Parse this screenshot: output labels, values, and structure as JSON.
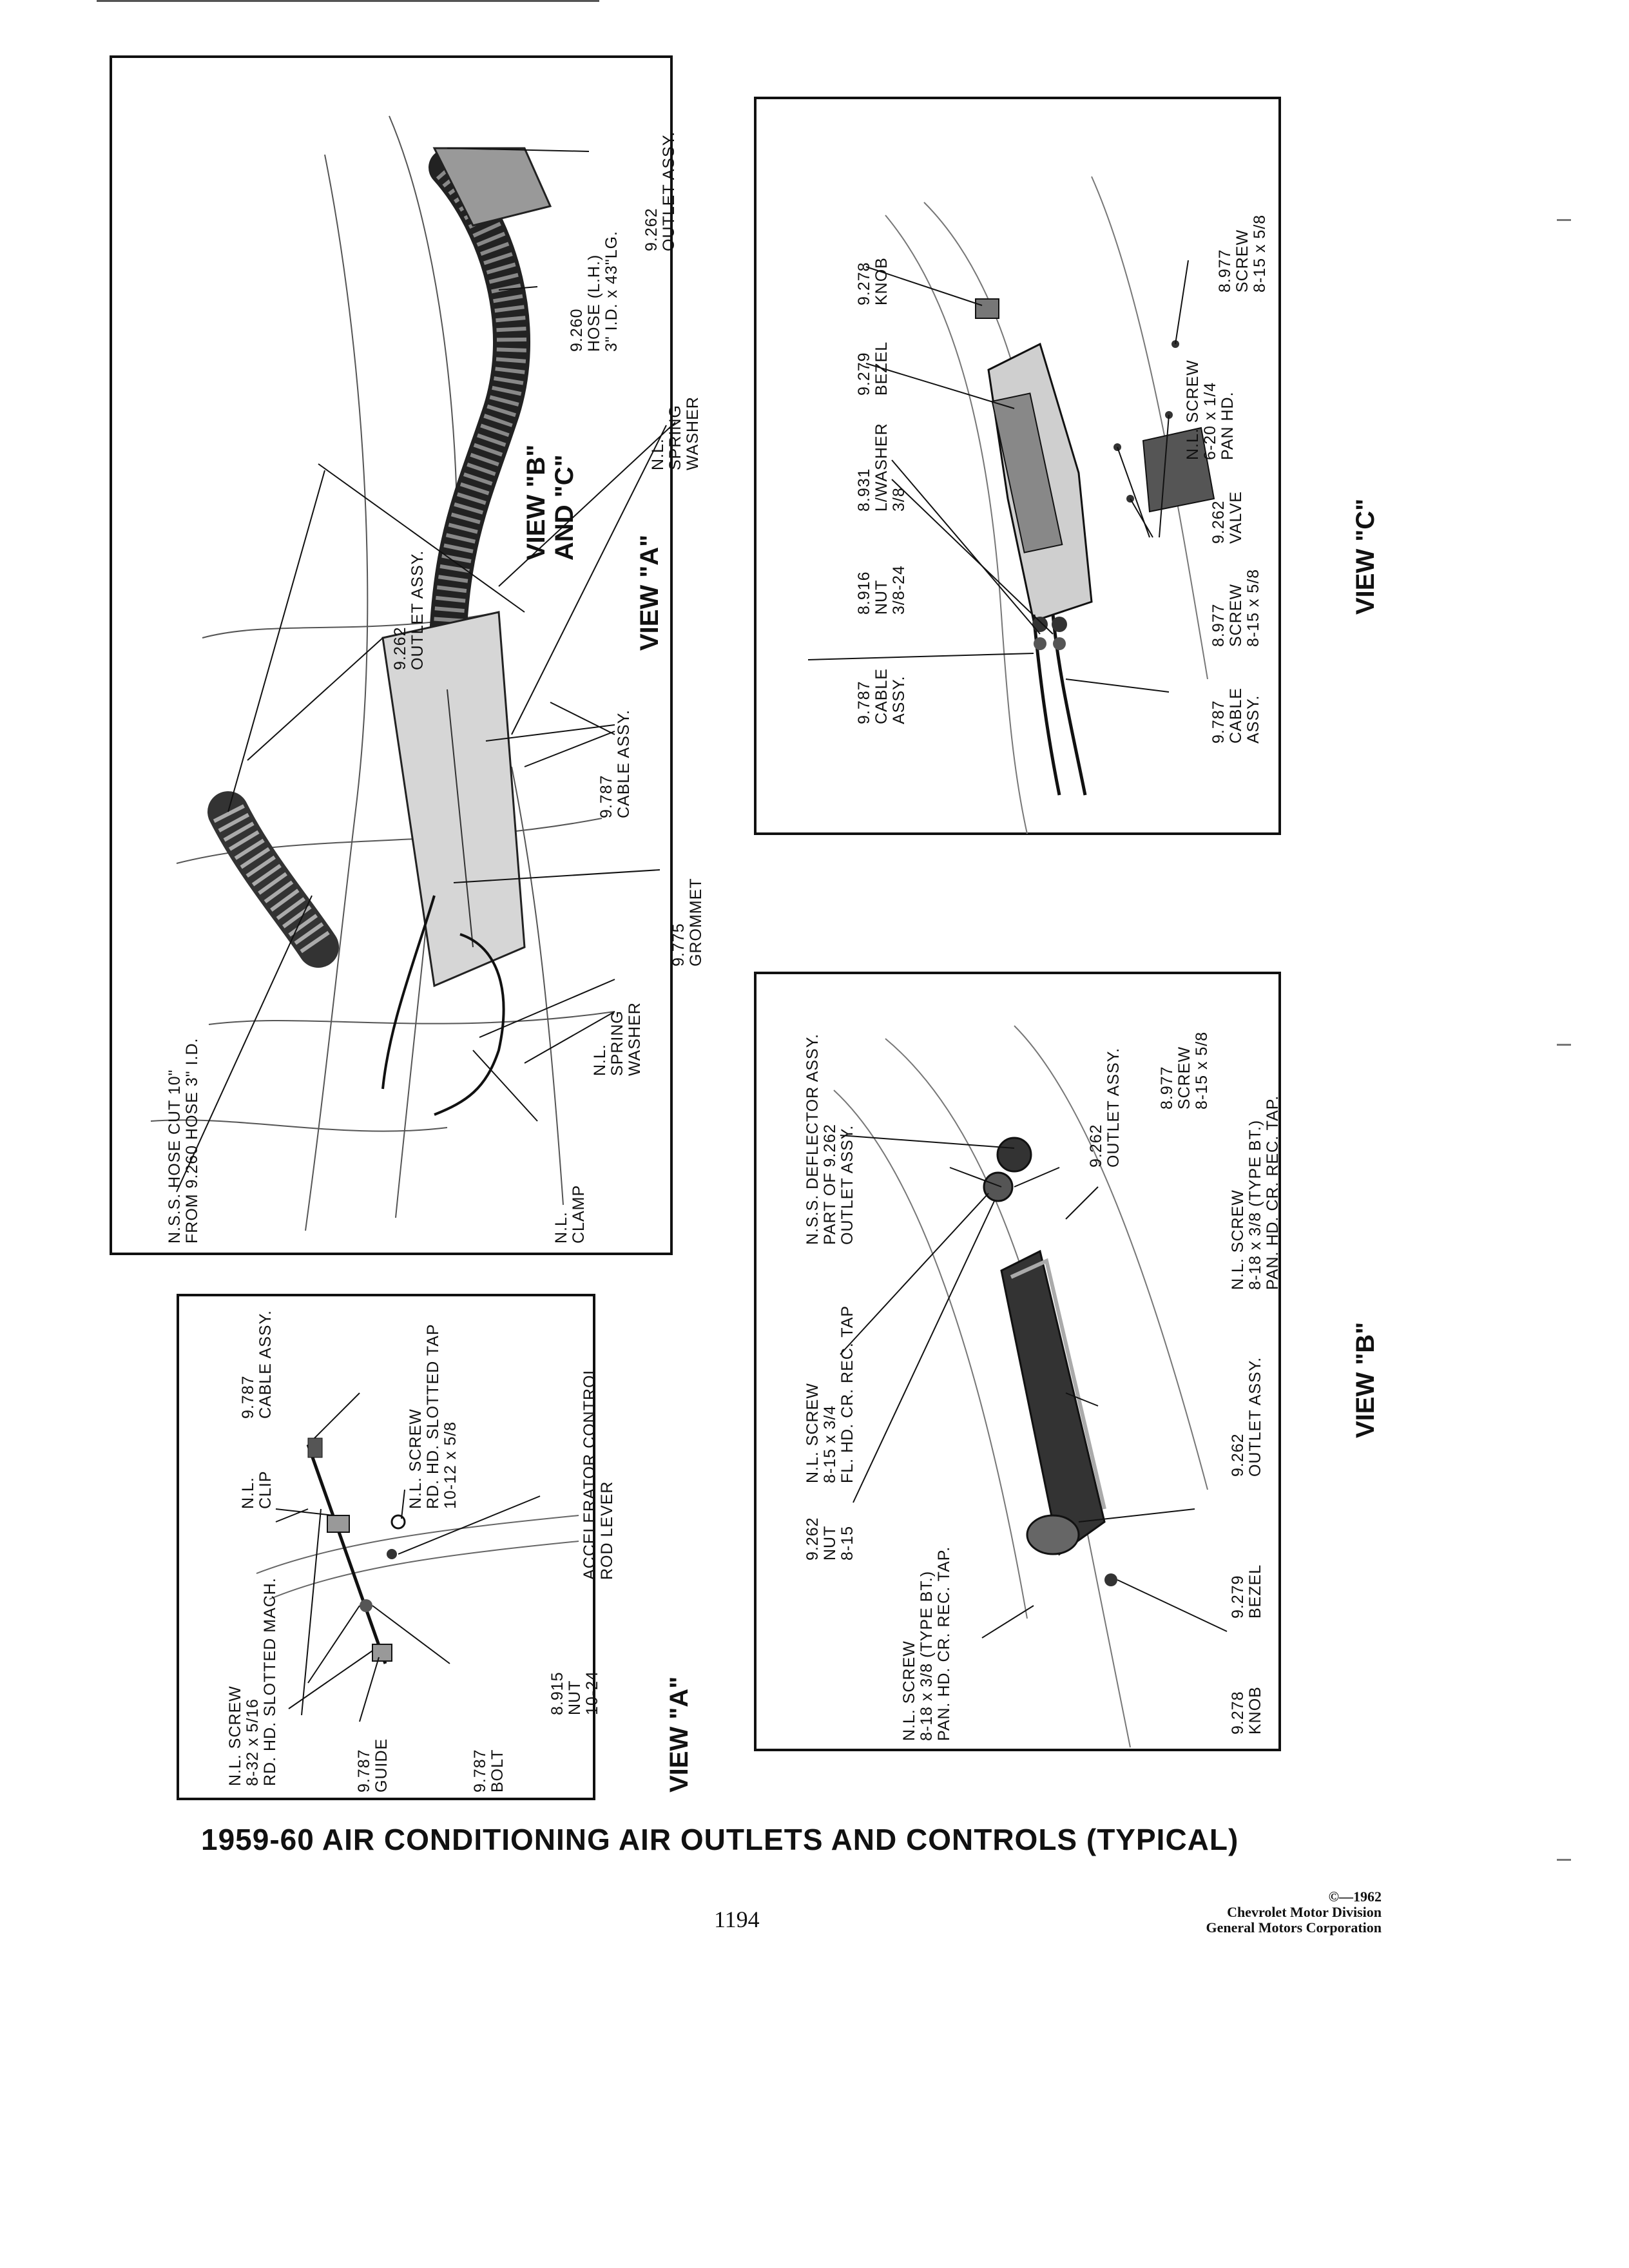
{
  "page": {
    "title": "1959-60 AIR CONDITIONING AIR OUTLETS AND CONTROLS (TYPICAL)",
    "page_number": "1194",
    "credit": [
      "©—1962",
      "Chevrolet Motor Division",
      "General Motors Corporation"
    ]
  },
  "panel_main": {
    "view_a": "VIEW \"A\"",
    "view_bc": [
      "VIEW \"B\"",
      "AND \"C\""
    ],
    "labels": [
      [
        "9.262",
        "OUTLET ASSY."
      ],
      [
        "9.260",
        "HOSE (L.H.)",
        "3\" I.D. x 43\"LG."
      ],
      [
        "9.262",
        "OUTLET ASSY."
      ],
      [
        "N.L.",
        "SPRING",
        "WASHER"
      ],
      [
        "9.787",
        "CABLE ASSY."
      ],
      [
        "9.775",
        "GROMMET"
      ],
      [
        "N.L.",
        "SPRING",
        "WASHER"
      ],
      [
        "N.L.",
        "CLAMP"
      ],
      [
        "N.S.S. HOSE CUT 10\"",
        "FROM 9.260 HOSE 3\" I.D."
      ]
    ]
  },
  "panel_view_c": {
    "view": "VIEW \"C\"",
    "labels": [
      [
        "9.278",
        "KNOB"
      ],
      [
        "9.279",
        "BEZEL"
      ],
      [
        "8.931",
        "L/WASHER",
        "3/8"
      ],
      [
        "8.916",
        "NUT",
        "3/8-24"
      ],
      [
        "9.787",
        "CABLE",
        "ASSY."
      ],
      [
        "8.977",
        "SCREW",
        "8-15 x 5/8"
      ],
      [
        "N.L. SCREW",
        "6-20 x 1/4",
        "PAN HD."
      ],
      [
        "9.262",
        "VALVE"
      ],
      [
        "8.977",
        "SCREW",
        "8-15 x 5/8"
      ],
      [
        "9.787",
        "CABLE",
        "ASSY."
      ]
    ]
  },
  "panel_view_a": {
    "view": "VIEW \"A\"",
    "labels": [
      [
        "9.787",
        "CABLE ASSY."
      ],
      [
        "N.L.",
        "CLIP"
      ],
      [
        "N.L. SCREW",
        "RD. HD. SLOTTED TAP",
        "10-12 x 5/8"
      ],
      [
        "ACCELERATOR CONTROL",
        "ROD LEVER"
      ],
      [
        "8.915",
        "NUT",
        "10-24"
      ],
      [
        "N.L. SCREW",
        "8-32 x 5/16",
        "RD. HD. SLOTTED MACH."
      ],
      [
        "9.787",
        "GUIDE"
      ],
      [
        "9.787",
        "BOLT"
      ]
    ]
  },
  "panel_view_b": {
    "view": "VIEW \"B\"",
    "labels": [
      [
        "N.S.S. DEFLECTOR ASSY.",
        "PART OF 9.262",
        "OUTLET ASSY."
      ],
      [
        "9.262",
        "OUTLET ASSY."
      ],
      [
        "8.977",
        "SCREW",
        "8-15 x 5/8"
      ],
      [
        "N.L. SCREW",
        "8-15 x 3/4",
        "FL. HD. CR. REC. TAP"
      ],
      [
        "9.262",
        "NUT",
        "8-15"
      ],
      [
        "N.L. SCREW",
        "8-18 x 3/8 (TYPE BT.)",
        "PAN. HD. CR. REC. TAP."
      ],
      [
        "9.262",
        "OUTLET ASSY."
      ],
      [
        "9.279",
        "BEZEL"
      ],
      [
        "9.278",
        "KNOB"
      ],
      [
        "N.L. SCREW",
        "8-18 x 3/8 (TYPE BT.)",
        "PAN. HD. CR. REC. TAP."
      ]
    ]
  }
}
